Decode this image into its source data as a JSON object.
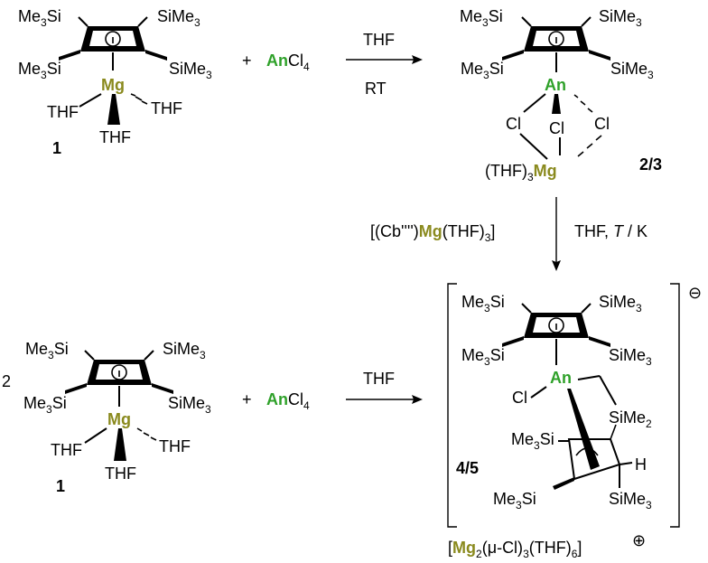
{
  "colors": {
    "mg": "#8a8a1e",
    "an": "#2fa12a",
    "ink": "#000000"
  },
  "labels": {
    "me3si": "Me3Si",
    "sime3": "SiMe3",
    "sime2": "SiMe2",
    "thf": "THF",
    "mg": "Mg",
    "an": "An",
    "cl": "Cl",
    "h": "H",
    "plus": "+",
    "ancl4_prefix": "An",
    "ancl4_suffix": "Cl4",
    "thf3": "(THF)3"
  },
  "compounds": {
    "c1": "1",
    "c23": "2/3",
    "c45": "4/5",
    "stoich": "2"
  },
  "conditions": {
    "r1_above": "THF",
    "r1_below": "RT",
    "r2_left": "[(Cb'''')Mg(THF)3]",
    "r2_right": "THF, T / K",
    "r3_above": "THF"
  },
  "charges": {
    "anion": "⊖",
    "cation": "⊕",
    "cation_formula": "[Mg2(μ-Cl)3(THF)6]"
  }
}
